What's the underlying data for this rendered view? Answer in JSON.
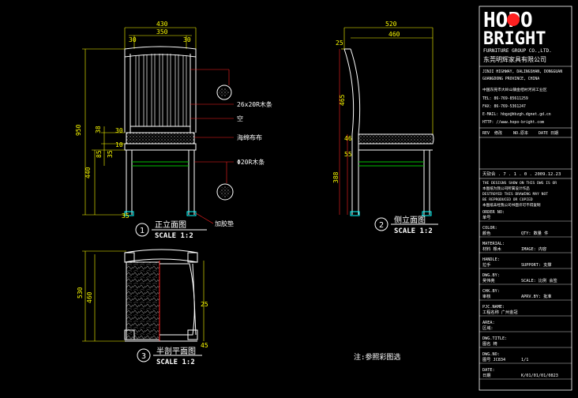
{
  "colors": {
    "bg": "#000000",
    "line": "#ffffff",
    "dim": "#ffff00",
    "cyan": "#00ffff",
    "red": "#ff2020",
    "green": "#00c000",
    "grey": "#a0a0a0"
  },
  "front": {
    "dims": {
      "total_w": "430",
      "inner_w": "350",
      "left_rail": "30",
      "right_rail": "30",
      "height": "950",
      "seat_h": "440",
      "d38": "38",
      "d30": "30",
      "d10": "10",
      "d85": "85",
      "d35": "35",
      "d35b": "35"
    },
    "notes": [
      "26x20R木条",
      "空",
      "海绵布布",
      "Φ20R木条",
      "加胶垫"
    ],
    "label_num": "1",
    "label_title": "正立面图",
    "label_scale": "SCALE 1:2"
  },
  "side": {
    "dims": {
      "depth": "520",
      "inner": "460",
      "top": "25",
      "d465": "465",
      "d46": "46",
      "d55": "55",
      "d388": "388"
    },
    "label_num": "2",
    "label_title": "侧立面图",
    "label_scale": "SCALE 1:2"
  },
  "plan": {
    "dims": {
      "d530": "530",
      "d460": "460",
      "d25": "25",
      "d45": "45"
    },
    "label_num": "3",
    "label_title": "半剖平面图",
    "label_scale": "SCALE 1:2"
  },
  "bottom_note": "注:参照彩图选",
  "title_block": {
    "logo_top": "HOPO",
    "logo_bottom": "BRIGHT",
    "group": "FURNITURE GROUP CO.,LTD.",
    "company_cn": "东莞明辉家具有限公司",
    "addr_lines": [
      "JINJI HIGHWAY, DALINGSHAN, DONGGUAN",
      "GUANGDONG PROVINCE, CHINA",
      "中国东莞市大岭山镇金桔村河背工业区",
      "TEL: 86-769-85611259",
      "FAX: 86-769-5361247",
      "E-MAIL: hbgz@hbzgh.dgnet.gd.cn",
      "HTTP: //www.hopo-bright.com"
    ],
    "rev_header": [
      "REV",
      "修改",
      "NO.原本",
      "DATE 日期"
    ],
    "cert": "天钦合 . 7 . 1 . 0 . 2009.12.23",
    "copy_lines": [
      "THE DESIGNS SHOW ON THIS DWG IS OR",
      "本图纸为我公司所属设计作品",
      "DESTROYED THIS DRAWING MAY NOT",
      "BE REPRODUCED OR COPIED",
      "本图纸未经我公司书面许可不得复制"
    ],
    "rows": [
      {
        "en": "ORDER NO:",
        "cn": "单号",
        "val": ""
      },
      {
        "en": "COLOR:",
        "cn": "颜色",
        "val": "QTY:  数量   件"
      },
      {
        "en": "MATERIAL:",
        "cn": "材料  橡木",
        "val": "IMAGE:  内容"
      },
      {
        "en": "HANDLE:",
        "cn": "拉手",
        "val": "SUPPORT:  支撑"
      },
      {
        "en": "DWG.BY:",
        "cn": "吴伟亮",
        "val": "SCALE:  比例   会签"
      },
      {
        "en": "CHK.BY:",
        "cn": "审核",
        "val": "APRV.BY:  批准"
      },
      {
        "en": "PJC.NAME:",
        "cn": "工程名称  广州金冠",
        "val": ""
      },
      {
        "en": "AREA:",
        "cn": "区域:",
        "val": ""
      },
      {
        "en": "DWG.TITLE:",
        "cn": "图名  椅",
        "val": ""
      },
      {
        "en": "DWG.NO:",
        "cn": "图号  JC834",
        "val": "1/1"
      },
      {
        "en": "DATE:",
        "cn": "日期",
        "val": "K/01/01/01/0823"
      }
    ]
  }
}
